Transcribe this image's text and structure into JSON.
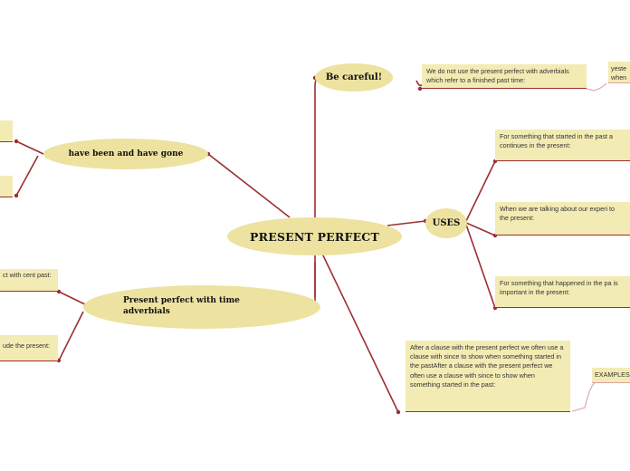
{
  "central": {
    "label": "PRESENT PERFECT"
  },
  "branches": {
    "be_careful": {
      "label": "Be careful!",
      "note": "We do not use the present perfect with adverbials which refer to a finished past time:",
      "sub_note": "yeste when"
    },
    "uses": {
      "label": "USES",
      "items": [
        "For something that started in the past a continues in the present:",
        "When we are talking about our experi to the present:",
        "For something that happened in the pa is important in the present:"
      ]
    },
    "been_gone": {
      "label": "have been and have gone"
    },
    "time_adverbials": {
      "label": "Present perfect with time adverbials",
      "notes": [
        "ct with cent past:",
        "ude the present:"
      ]
    },
    "since_clause": {
      "note": "After a clause with the present perfect we often use a clause with since to show when something started in the pastAfter a clause with the present perfect we often use a clause with since to show when something started in the past:",
      "example": "EXAMPLES"
    }
  },
  "colors": {
    "node_fill": "#ede2a0",
    "note_fill": "#f3ebb4",
    "link": "#9b2e32",
    "link_light": "#d9a3a6"
  }
}
